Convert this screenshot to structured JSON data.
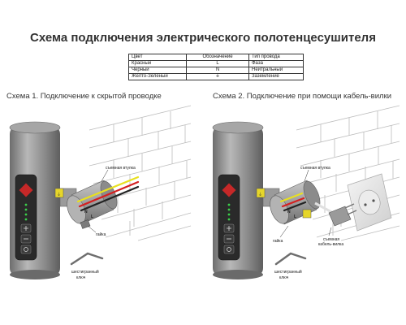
{
  "title": "Схема подключения электрического полотенцесушителя",
  "legend": {
    "headers": [
      "Цвет",
      "Обозначение",
      "Тип провода"
    ],
    "rows": [
      {
        "color": "Красный",
        "symbol": "L",
        "type": "Фаза"
      },
      {
        "color": "Черный",
        "symbol": "N",
        "type": "Нейтральный"
      },
      {
        "color": "Желто-Зеленый",
        "symbol": "⏚",
        "type": "Заземление"
      }
    ]
  },
  "scheme1": {
    "title": "Схема 1.  Подключение к скрытой проводке",
    "sleeve": "съемная втулка",
    "nut": "гайка",
    "key_line1": "шестигранный",
    "key_line2": "ключ",
    "wire_n": "N",
    "wire_l": "L"
  },
  "scheme2": {
    "title": "Схема 2.  Подключение при помощи кабель-вилки",
    "sleeve": "съемная втулка",
    "nut": "гайка",
    "key_line1": "шестигранный",
    "key_line2": "ключ",
    "plug_line1": "съемная",
    "plug_line2": "кабель-вилка",
    "wire_n": "N",
    "wire_l": "L"
  },
  "colors": {
    "phase": "#d42020",
    "neutral": "#222222",
    "ground": "#e8e020",
    "body": "#8c8c8c",
    "brick": "#c8c8c8"
  }
}
